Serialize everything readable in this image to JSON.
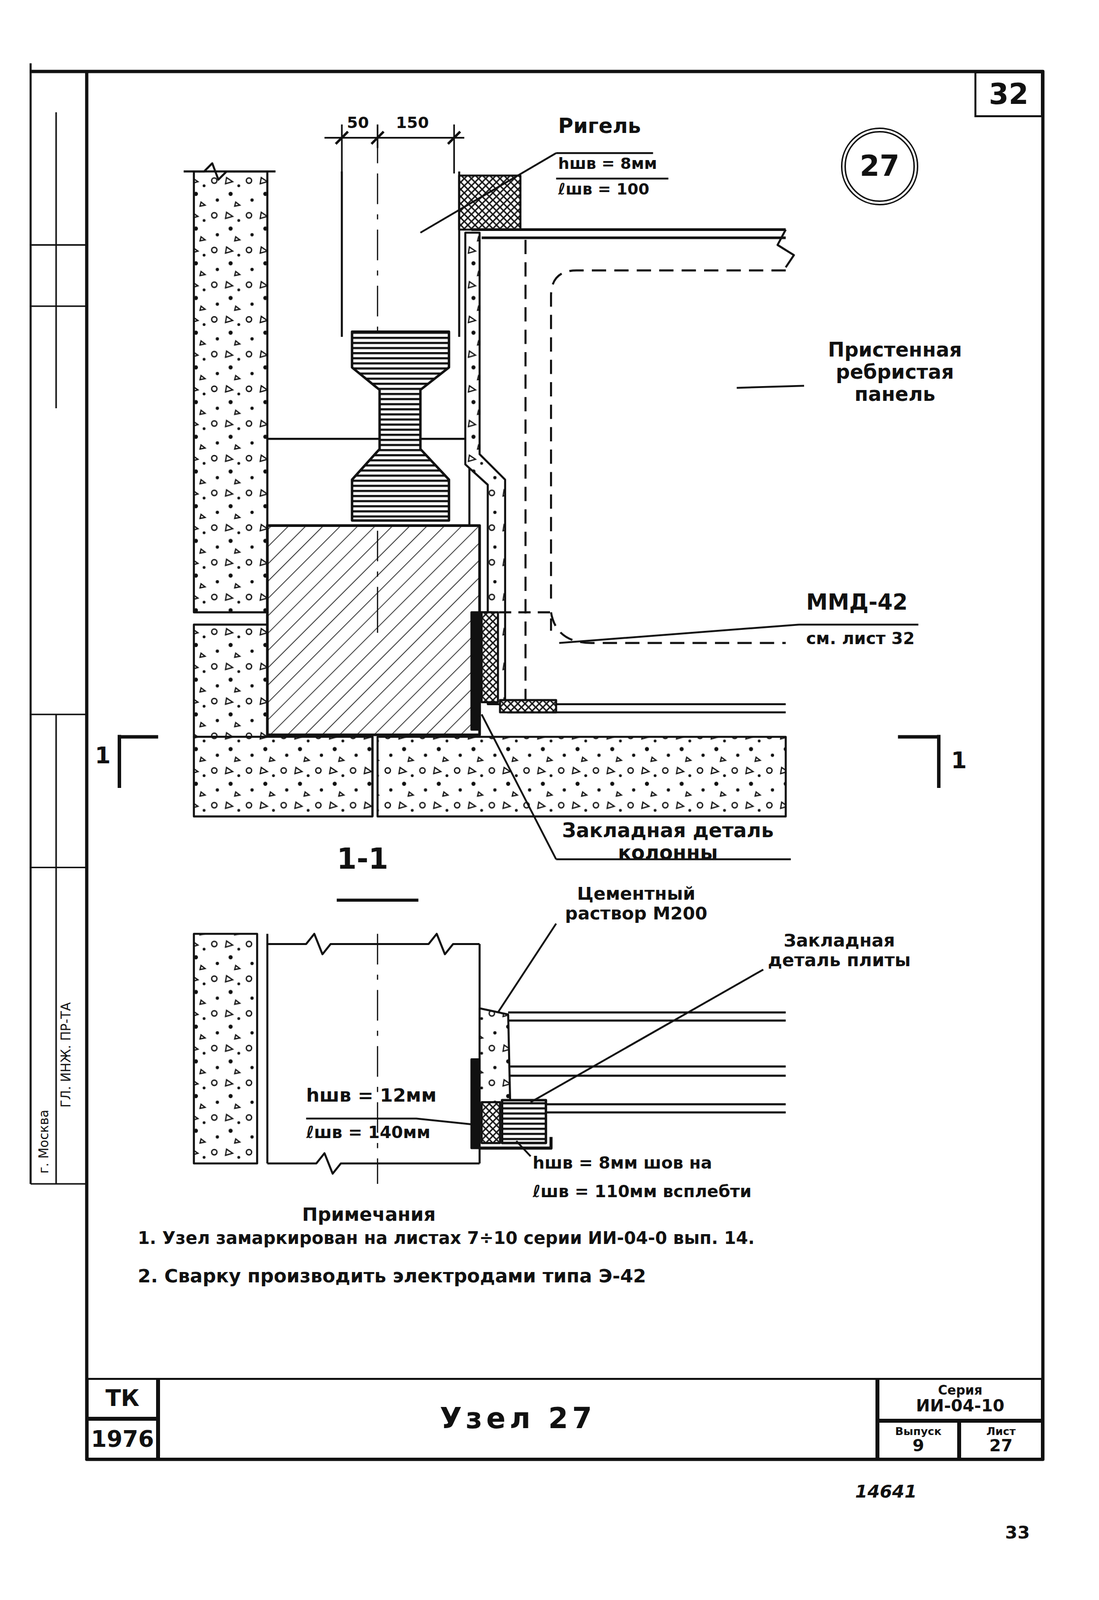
{
  "diagram": {
    "title": "Узел 27",
    "nodes": [
      {
        "text": [
          "32"
        ]
      },
      {
        "text": [
          "27"
        ]
      },
      {
        "text": [
          "ТК"
        ]
      },
      {
        "text": [
          "1976"
        ]
      },
      {
        "text": [
          "Узел 27"
        ]
      },
      {
        "text": [
          "Серия",
          "ИИ-04-10"
        ]
      },
      {
        "text": [
          "Выпуск",
          "9"
        ]
      },
      {
        "text": [
          "Лист",
          "27"
        ]
      }
    ],
    "labels": [
      "50",
      "150",
      "Ригель",
      "hшв = 8мм",
      "ℓшв = 100",
      "Пристенная ребристая панель",
      "ММД-42",
      "см. лист 32",
      "1",
      "1",
      "Закладная деталь колонны",
      "1-1",
      "Цементный раствор М200",
      "Закладная деталь плиты",
      "hшв = 12мм",
      "ℓшв = 140мм",
      "hшв = 8мм шов на",
      "ℓшв = 110мм всплебти",
      "Примечания",
      "1. Узел замаркирован на листах 7÷10 серии ИИ-04-0 вып. 14.",
      "2. Сварку производить электродами типа Э-42",
      "14641",
      "33",
      "г. Москва",
      "ГЛ. ИНЖ. ПР-ТА"
    ]
  }
}
